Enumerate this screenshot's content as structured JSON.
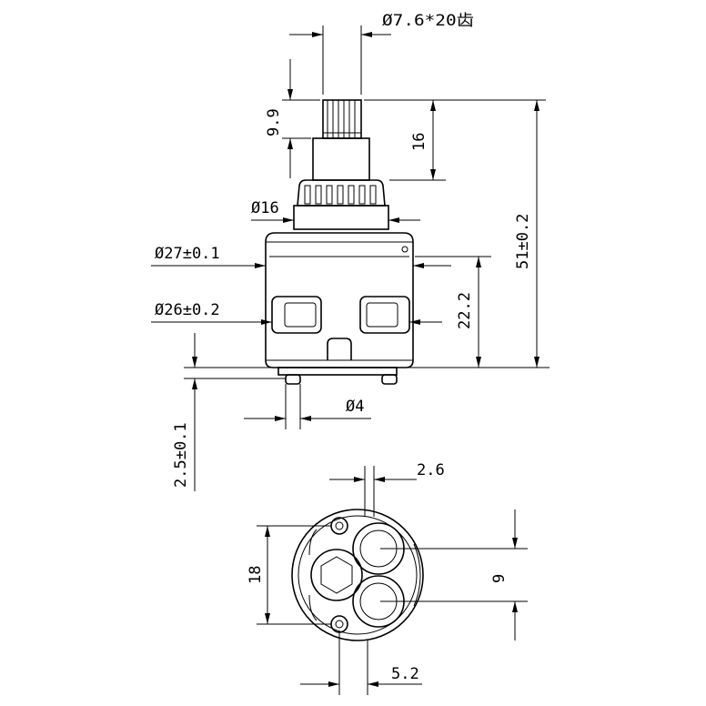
{
  "drawing": {
    "dimensions": {
      "spline": "Ø7.6*20齿",
      "stem_height": "9.9",
      "stem_total": "16",
      "total_height": "51±0.2",
      "collar_dia": "Ø16",
      "body_dia_top": "Ø27±0.1",
      "body_dia_mid": "Ø26±0.2",
      "body_height": "22.2",
      "pin_dia": "Ø4",
      "pin_height": "2.5±0.1",
      "slot_width": "2.6",
      "hole_pitch_small": "9",
      "hole_pitch_large": "18",
      "pin_offset": "5.2"
    }
  }
}
